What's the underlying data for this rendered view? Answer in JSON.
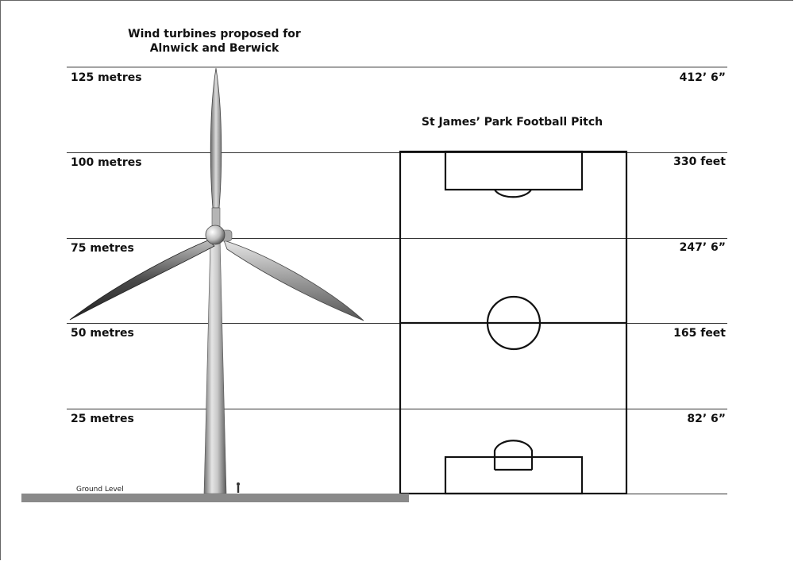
{
  "title": {
    "line1": "Wind turbines proposed for",
    "line2": "Alnwick and Berwick"
  },
  "pitch_title": "St James’ Park Football Pitch",
  "levels": [
    {
      "metres": "125 metres",
      "feet": "412’ 6”"
    },
    {
      "metres": "100 metres",
      "feet": "330 feet"
    },
    {
      "metres": "75 metres",
      "feet": "247’ 6”"
    },
    {
      "metres": "50 metres",
      "feet": "165 feet"
    },
    {
      "metres": "25 metres",
      "feet": "82’ 6”"
    }
  ],
  "ground_label": "Ground Level",
  "icons": {
    "turbine": "wind-turbine-icon",
    "pitch": "football-pitch-icon",
    "person": "person-scale-icon"
  }
}
